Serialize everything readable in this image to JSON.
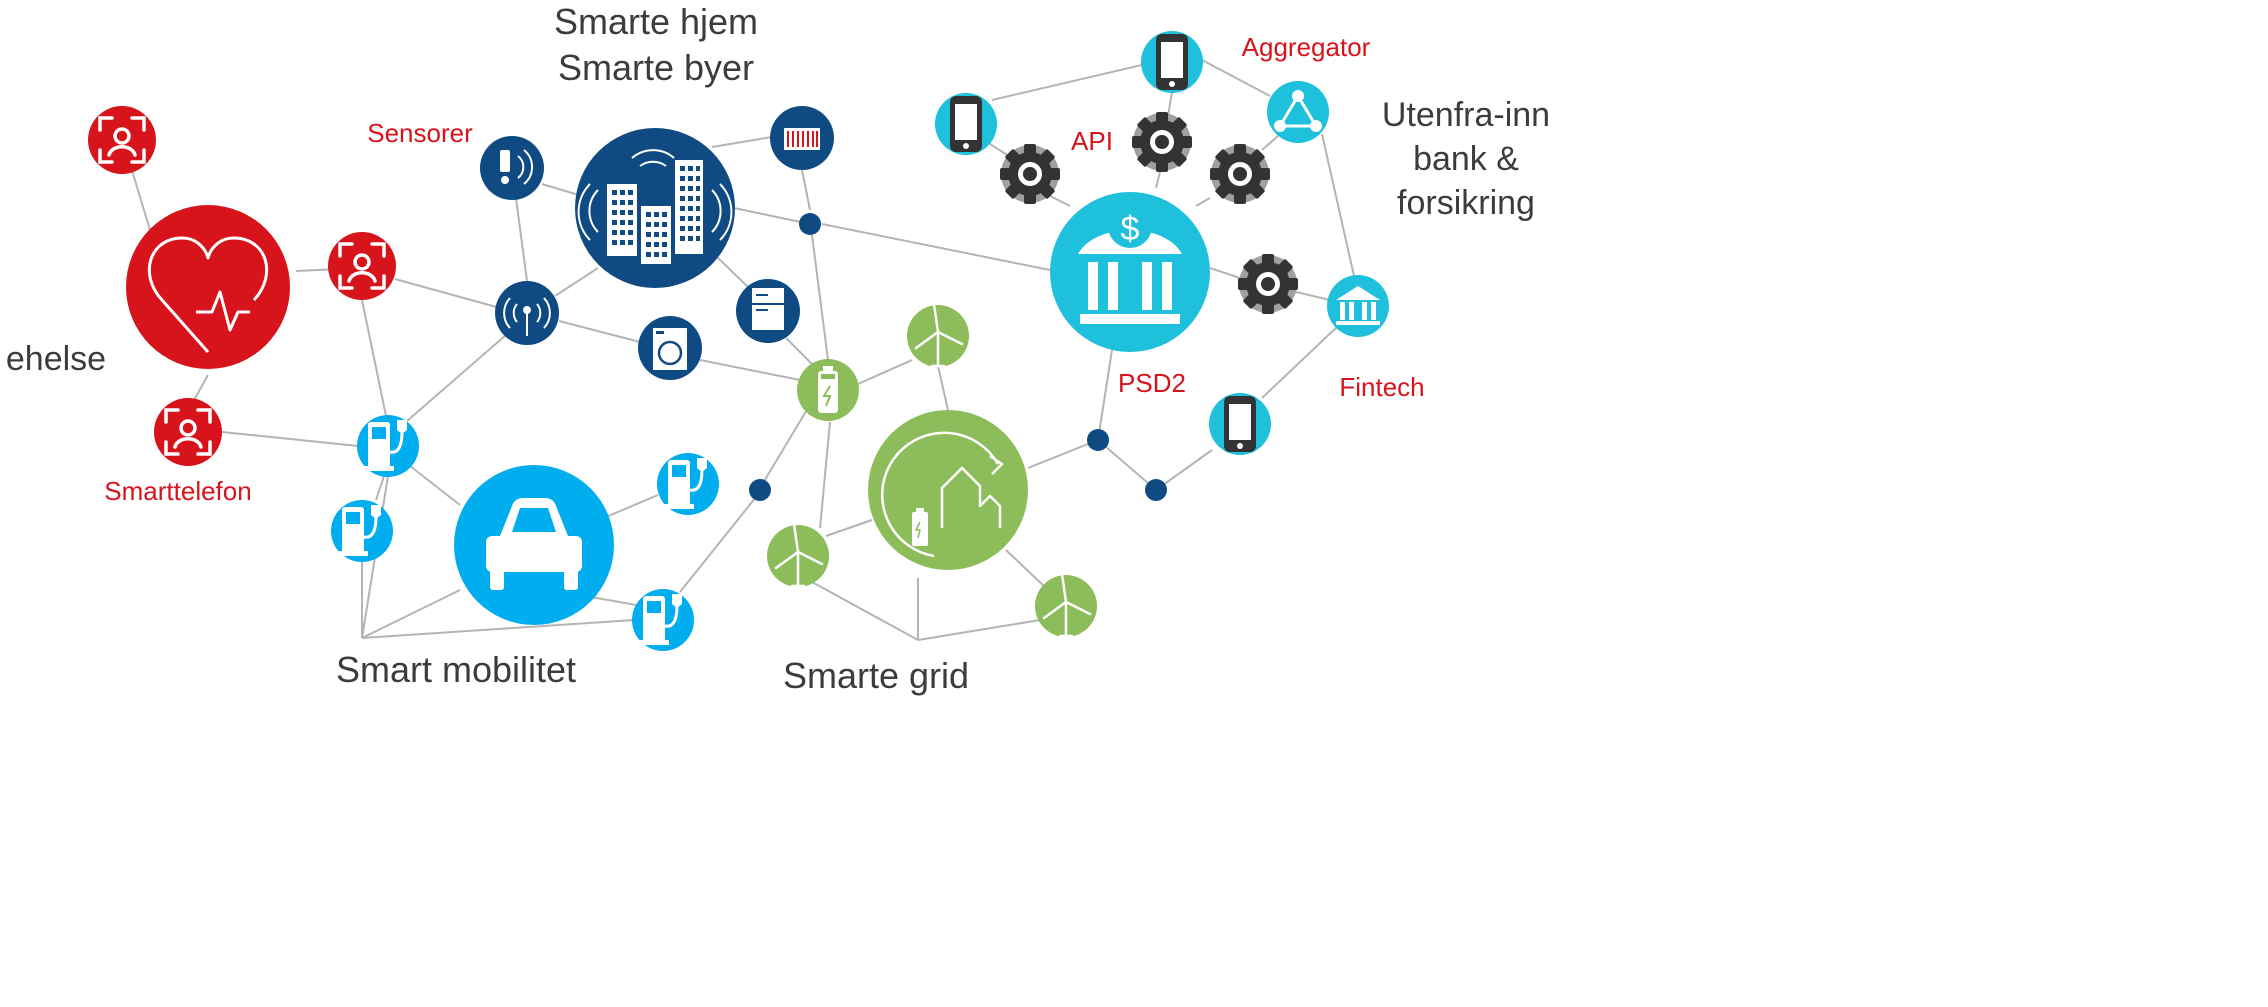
{
  "labels": {
    "smart_home": "Smarte hjem",
    "smart_cities": "Smarte byer",
    "sensors": "Sensorer",
    "ehealth": "ehelse",
    "smartphone": "Smarttelefon",
    "smart_mobility": "Smart mobilitet",
    "smart_grid": "Smarte grid",
    "aggregator": "Aggregator",
    "api": "API",
    "psd2": "PSD2",
    "fintech": "Fintech",
    "outside_in_1": "Utenfra-inn",
    "outside_in_2": "bank &",
    "outside_in_3": "forsikring"
  },
  "colors": {
    "health_red": "#d7131c",
    "city_navy": "#0f4b82",
    "mobility_blue": "#00aeef",
    "grid_green": "#8cbd5a",
    "bank_cyan": "#1ec0dc",
    "gear_gray": "#a0a0a0",
    "connector": "#b4b4b4",
    "label_dark": "#3c3c3c",
    "label_red": "#d7131c"
  },
  "icons": {
    "heart": "heart-pulse-icon",
    "face_scan": "face-scan-icon",
    "buildings": "city-buildings-icon",
    "sensor_alert": "sensor-alert-icon",
    "antenna": "antenna-icon",
    "radiator": "radiator-icon",
    "fridge": "fridge-icon",
    "washer": "washing-machine-icon",
    "car": "car-icon",
    "ev_charger": "ev-charger-icon",
    "battery": "battery-icon",
    "wind": "wind-turbine-icon",
    "smart_house_cycle": "smart-grid-house-icon",
    "bank": "bank-icon",
    "phone": "smartphone-icon",
    "gear": "gear-icon",
    "network": "network-icon"
  }
}
